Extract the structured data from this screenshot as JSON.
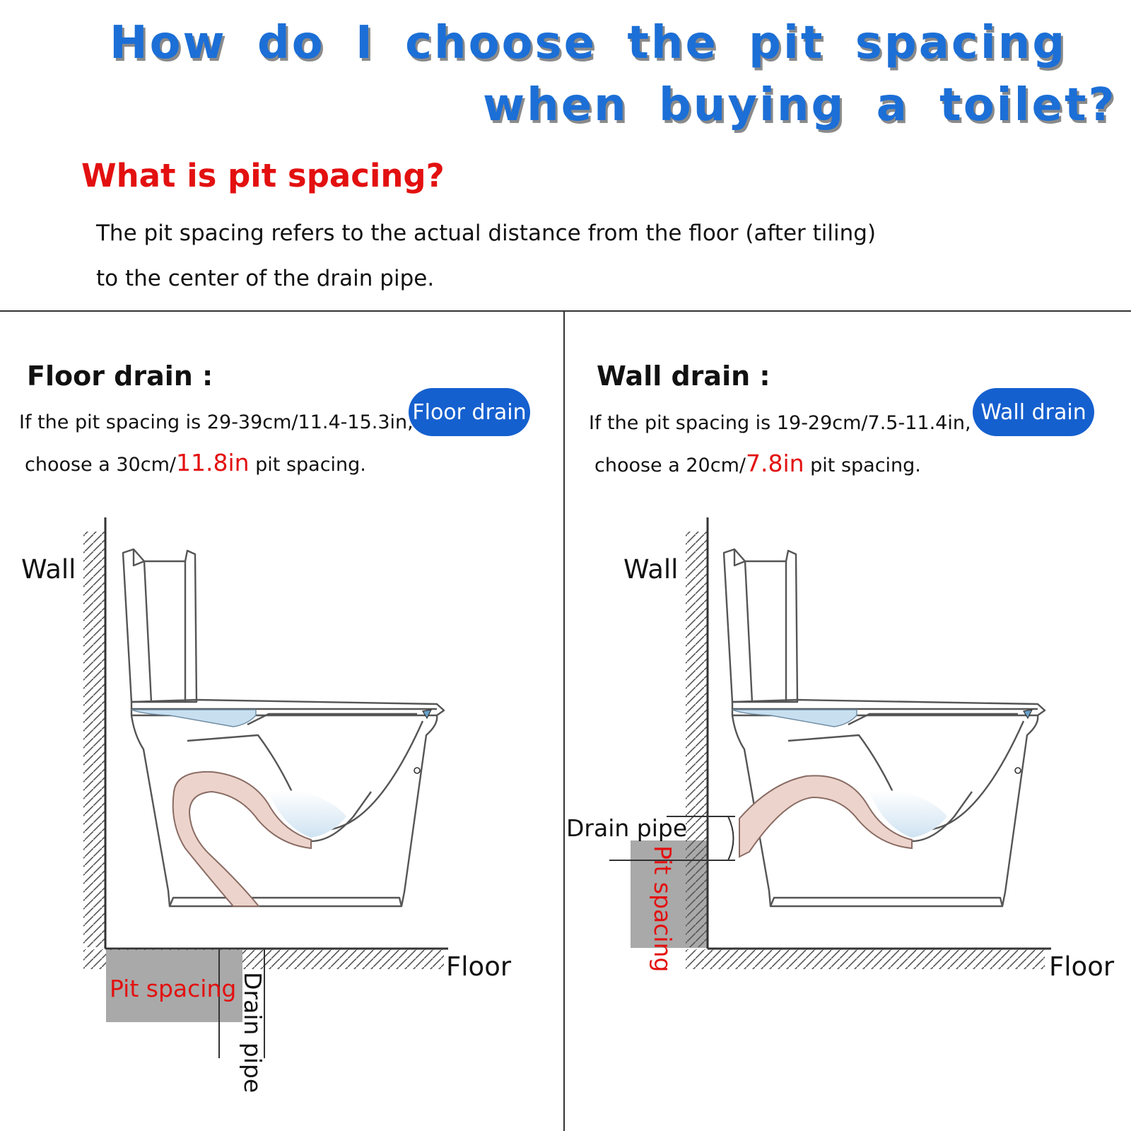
{
  "header": {
    "title_line1": "How do I choose the pit spacing",
    "title_line2": "when buying a toilet?",
    "question": "What is pit spacing?",
    "description_line1": "The pit spacing refers to the actual distance from the floor (after tiling)",
    "description_line2": "to the center of the drain pipe."
  },
  "floor_drain": {
    "heading": "Floor drain :",
    "text1": "If the pit spacing is 29-39cm/11.4-15.3in,",
    "text2_prefix": "choose a 30cm/",
    "text2_highlight": "11.8in",
    "text2_suffix": " pit spacing.",
    "badge": "Floor drain",
    "wall_label": "Wall",
    "floor_label": "Floor",
    "pit_label": "Pit spacing",
    "pipe_label": "Drain pipe"
  },
  "wall_drain": {
    "heading": "Wall drain :",
    "text1": "If the pit spacing is 19-29cm/7.5-11.4in,",
    "text2_prefix": "choose a 20cm/",
    "text2_highlight": "7.8in",
    "text2_suffix": " pit spacing.",
    "badge": "Wall drain",
    "wall_label": "Wall",
    "floor_label": "Floor",
    "pit_label": "Pit spacing",
    "pipe_label": "Drain pipe"
  },
  "colors": {
    "title_blue": "#1c6fd6",
    "accent_red": "#e31010",
    "badge_blue": "#1560cf",
    "water_blue": "#c8dff0",
    "pipe_pink": "#ecd4cc",
    "pit_gray": "#a9a9a9"
  }
}
